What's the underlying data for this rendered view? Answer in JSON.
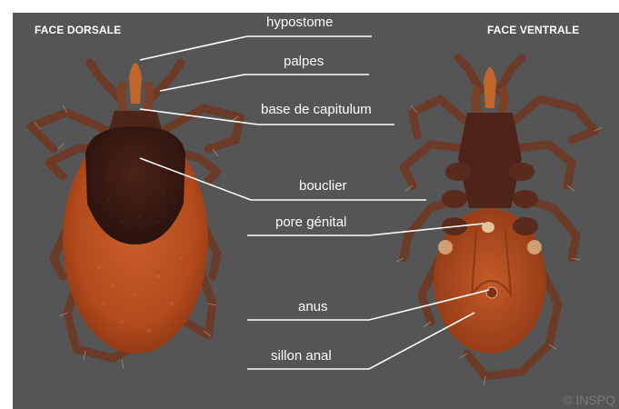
{
  "titles": {
    "dorsal": "FACE DORSALE",
    "ventral": "FACE VENTRALE"
  },
  "labels": {
    "hypostome": "hypostome",
    "palpes": "palpes",
    "base_capitulum": "base de capitulum",
    "bouclier": "bouclier",
    "pore_genital": "pore génital",
    "anus": "anus",
    "sillon_anal": "sillon anal"
  },
  "credit": "© INSPQ",
  "colors": {
    "background": "#555555",
    "body_orange": "#b8501f",
    "scutum": "#3a1a12",
    "leg_brown": "#6b3a28",
    "label_text": "#ffffff",
    "leader_line": "#ffffff"
  }
}
